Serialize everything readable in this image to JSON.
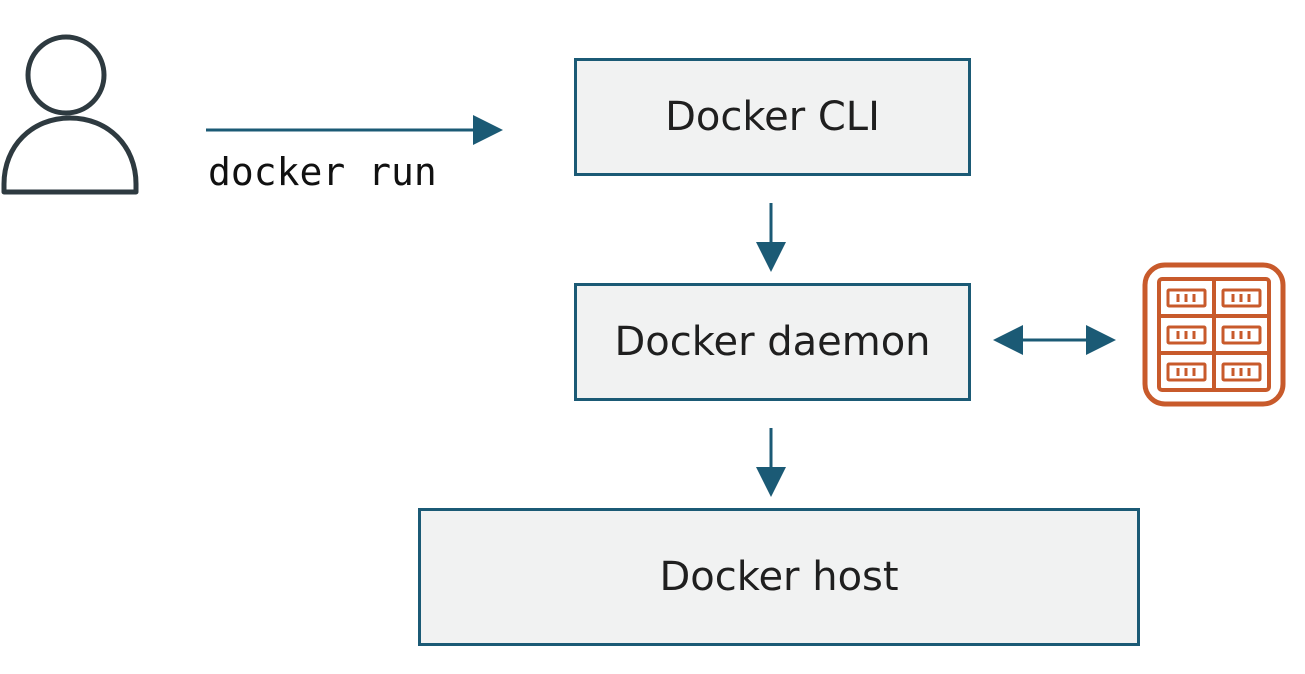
{
  "diagram": {
    "nodes": {
      "docker_cli": "Docker CLI",
      "docker_daemon": "Docker daemon",
      "docker_host": "Docker host"
    },
    "command": "docker run",
    "icons": {
      "user": "user-icon",
      "registry": "image-registry-icon"
    },
    "edges": [
      {
        "from": "user",
        "to": "docker_cli",
        "label": "docker run",
        "direction": "forward"
      },
      {
        "from": "docker_cli",
        "to": "docker_daemon",
        "direction": "forward"
      },
      {
        "from": "docker_daemon",
        "to": "docker_host",
        "direction": "forward"
      },
      {
        "from": "docker_daemon",
        "to": "registry",
        "direction": "both"
      }
    ],
    "colors": {
      "arrow": "#1b5a75",
      "box_border": "#1b5a75",
      "box_fill": "#f1f2f2",
      "registry": "#c85a2b",
      "user_icon": "#2e3a40"
    }
  }
}
